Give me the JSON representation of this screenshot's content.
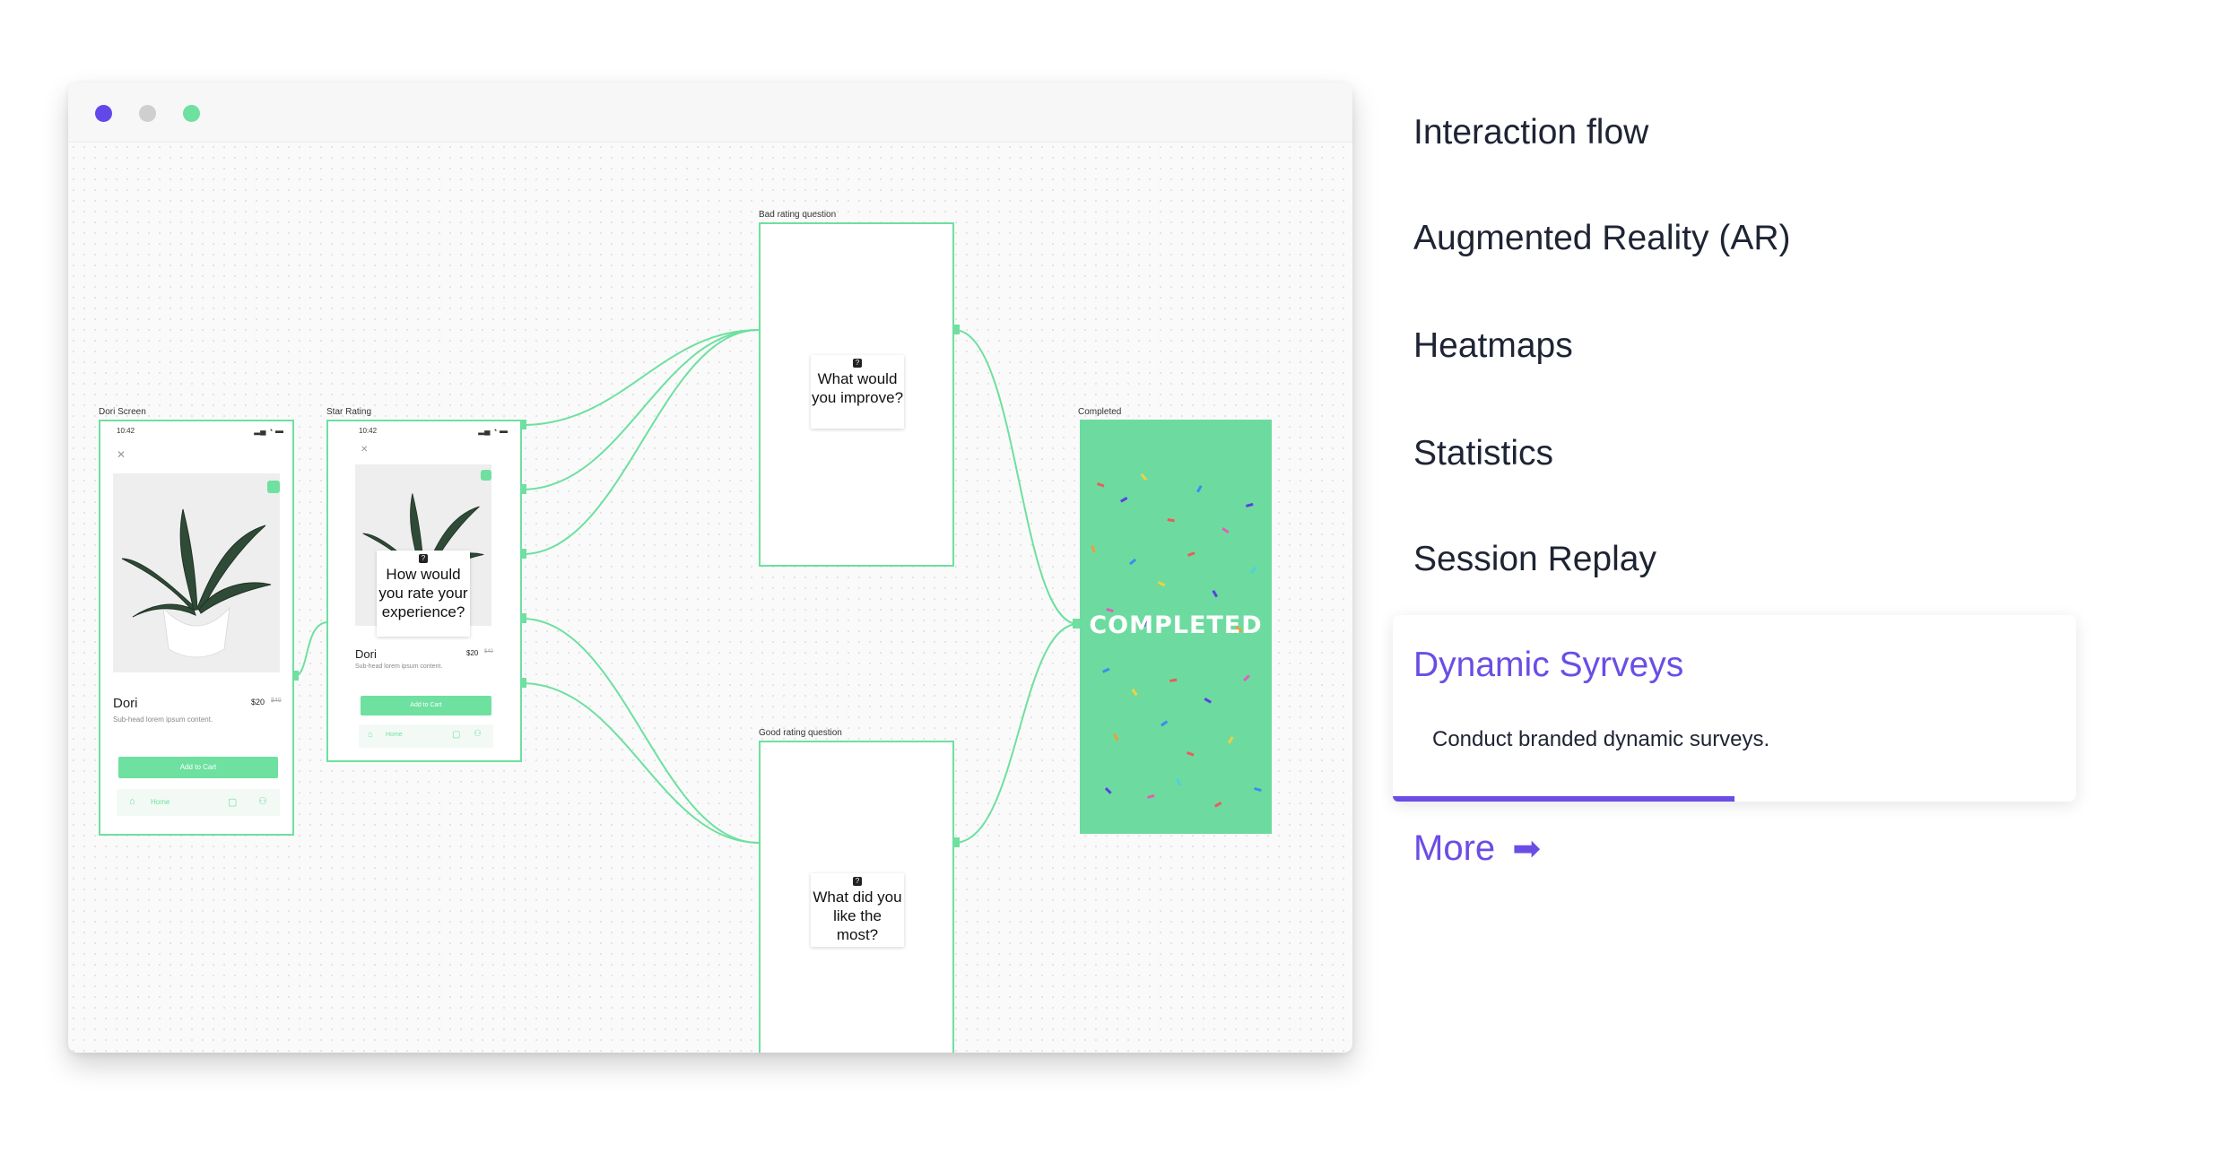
{
  "flow": {
    "frames": {
      "dori_screen": {
        "label": "Dori Screen"
      },
      "star_rating": {
        "label": "Star Rating"
      },
      "bad_rating": {
        "label": "Bad rating question"
      },
      "good_rating": {
        "label": "Good rating question"
      },
      "completed": {
        "label": "Completed"
      }
    },
    "phone": {
      "time": "10:42",
      "product_name": "Dori",
      "price": "$20",
      "old_price": "$40",
      "subhead": "Sub-head lorem ipsum content.",
      "add_to_cart": "Add to Cart",
      "home_tab": "Home"
    },
    "questions": {
      "rate": "How would you rate your experience?",
      "improve": "What would you improve?",
      "liked": "What did you like the most?",
      "mark": "?"
    },
    "completed_text": "COMPLETED"
  },
  "colors": {
    "accent": "#6b4de6",
    "flow_green": "#6ee0a0",
    "dot_purple": "#6247ea",
    "dot_gray": "#cfcfcf",
    "dot_green": "#6ee0a0"
  },
  "menu": {
    "items": [
      {
        "label": "Interaction flow"
      },
      {
        "label": "Augmented Reality (AR)"
      },
      {
        "label": "Heatmaps"
      },
      {
        "label": "Statistics"
      },
      {
        "label": "Session Replay"
      }
    ],
    "active": {
      "label": "Dynamic Syrveys",
      "description": "Conduct branded dynamic surveys.",
      "progress": 0.5
    },
    "more_label": "More",
    "more_icon": "arrow-right-icon"
  }
}
